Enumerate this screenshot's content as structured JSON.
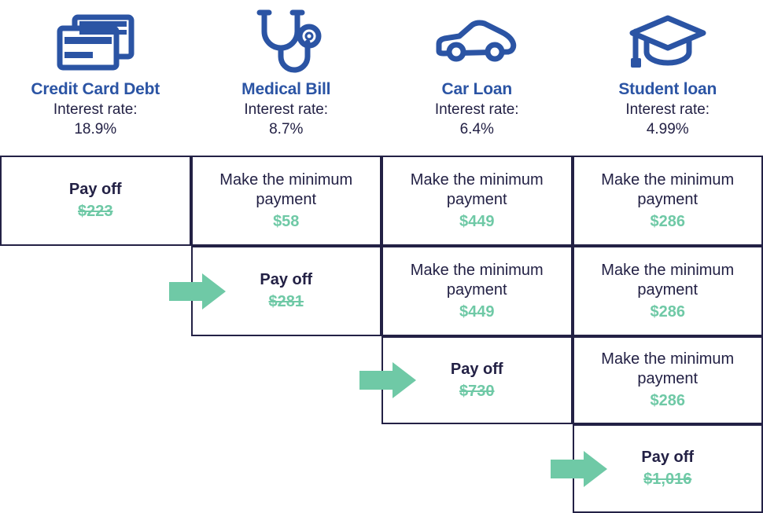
{
  "columns": [
    {
      "id": "credit-card-debt",
      "name": "Credit Card Debt",
      "icon": "credit-card-icon",
      "rate_label": "Interest rate:",
      "rate_value": "18.9%"
    },
    {
      "id": "medical-bill",
      "name": "Medical Bill",
      "icon": "stethoscope-icon",
      "rate_label": "Interest rate:",
      "rate_value": "8.7%"
    },
    {
      "id": "car-loan",
      "name": "Car Loan",
      "icon": "car-icon",
      "rate_label": "Interest rate:",
      "rate_value": "6.4%"
    },
    {
      "id": "student-loan",
      "name": "Student loan",
      "icon": "graduation-cap-icon",
      "rate_label": "Interest rate:",
      "rate_value": "4.99%"
    }
  ],
  "labels": {
    "pay_off": "Pay off",
    "minimum_payment": "Make the minimum\npayment"
  },
  "colors": {
    "heading_blue": "#2B54A4",
    "body_navy": "#232145",
    "amount_green": "#6FC9A6",
    "border_navy": "#232145",
    "background": "#FFFFFF"
  },
  "rows": [
    {
      "index": 1,
      "arrow": false,
      "cells": [
        {
          "column": "credit-card-debt",
          "action": "Pay off",
          "amount": "$223",
          "struck": true,
          "bold": true,
          "empty": false
        },
        {
          "column": "medical-bill",
          "action": "Make the minimum payment",
          "amount": "$58",
          "struck": false,
          "bold": false,
          "empty": false
        },
        {
          "column": "car-loan",
          "action": "Make the minimum payment",
          "amount": "$449",
          "struck": false,
          "bold": false,
          "empty": false
        },
        {
          "column": "student-loan",
          "action": "Make the minimum payment",
          "amount": "$286",
          "struck": false,
          "bold": false,
          "empty": false
        }
      ]
    },
    {
      "index": 2,
      "arrow": true,
      "cells": [
        {
          "column": "credit-card-debt",
          "action": "",
          "amount": "",
          "struck": false,
          "bold": false,
          "empty": true
        },
        {
          "column": "medical-bill",
          "action": "Pay off",
          "amount": "$281",
          "struck": true,
          "bold": true,
          "empty": false
        },
        {
          "column": "car-loan",
          "action": "Make the minimum payment",
          "amount": "$449",
          "struck": false,
          "bold": false,
          "empty": false
        },
        {
          "column": "student-loan",
          "action": "Make the minimum payment",
          "amount": "$286",
          "struck": false,
          "bold": false,
          "empty": false
        }
      ]
    },
    {
      "index": 3,
      "arrow": true,
      "cells": [
        {
          "column": "credit-card-debt",
          "action": "",
          "amount": "",
          "struck": false,
          "bold": false,
          "empty": true
        },
        {
          "column": "medical-bill",
          "action": "",
          "amount": "",
          "struck": false,
          "bold": false,
          "empty": true
        },
        {
          "column": "car-loan",
          "action": "Pay off",
          "amount": "$730",
          "struck": true,
          "bold": true,
          "empty": false
        },
        {
          "column": "student-loan",
          "action": "Make the minimum payment",
          "amount": "$286",
          "struck": false,
          "bold": false,
          "empty": false
        }
      ]
    },
    {
      "index": 4,
      "arrow": true,
      "cells": [
        {
          "column": "credit-card-debt",
          "action": "",
          "amount": "",
          "struck": false,
          "bold": false,
          "empty": true
        },
        {
          "column": "medical-bill",
          "action": "",
          "amount": "",
          "struck": false,
          "bold": false,
          "empty": true
        },
        {
          "column": "car-loan",
          "action": "",
          "amount": "",
          "struck": false,
          "bold": false,
          "empty": true
        },
        {
          "column": "student-loan",
          "action": "Pay off",
          "amount": "$1,016",
          "struck": true,
          "bold": true,
          "empty": false
        }
      ]
    }
  ]
}
